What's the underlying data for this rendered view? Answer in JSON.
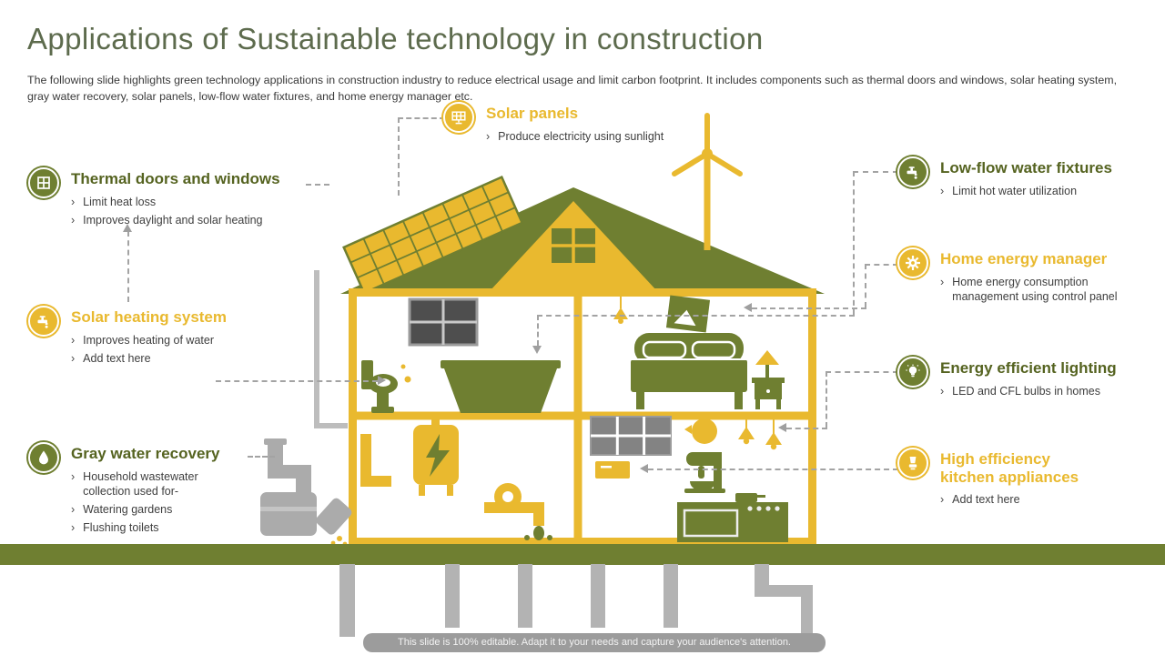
{
  "slide": {
    "title": "Applications of Sustainable technology in construction",
    "description": "The following slide highlights green technology applications in construction industry to reduce electrical usage and limit carbon footprint. It includes components such as thermal doors and windows, solar heating system, gray water recovery, solar panels, low-flow water fixtures, and home energy manager etc.",
    "footer": "This slide is 100% editable. Adapt it to your needs and capture your audience's attention."
  },
  "ui": {
    "bullet_marker": "›"
  },
  "colors": {
    "olive": "#6F7F31",
    "dark_olive_heading": "#556320",
    "yellow": "#E9B92F",
    "title_green": "#5D6B4D",
    "connector_gray": "#A3A3A3",
    "pipe_gray": "#B3B3B3"
  },
  "callouts": {
    "solar_panels": {
      "title": "Solar panels",
      "icon": "solar-panel-icon",
      "bullets": [
        "Produce electricity using sunlight"
      ]
    },
    "thermal": {
      "title": "Thermal doors and windows",
      "icon": "window-icon",
      "bullets": [
        "Limit heat loss",
        "Improves daylight and solar heating"
      ]
    },
    "solar_heating": {
      "title": "Solar heating system",
      "icon": "faucet-icon",
      "bullets": [
        "Improves heating of water",
        "Add text here"
      ]
    },
    "gray_water": {
      "title": "Gray water recovery",
      "icon": "water-drop-icon",
      "bullets": [
        "Household wastewater collection used for-",
        "Watering gardens",
        "Flushing toilets"
      ]
    },
    "low_flow": {
      "title": "Low-flow water fixtures",
      "icon": "water-tap-icon",
      "bullets": [
        "Limit hot water utilization"
      ]
    },
    "home_energy": {
      "title": "Home energy manager",
      "icon": "gear-icon",
      "bullets": [
        "Home energy consumption management using control panel"
      ]
    },
    "lighting": {
      "title": "Energy efficient lighting",
      "icon": "bulb-icon",
      "bullets": [
        "LED and CFL bulbs in homes"
      ]
    },
    "kitchen": {
      "title": "High efficiency kitchen appliances",
      "icon": "kitchen-appliance-icon",
      "bullets": [
        "Add text here"
      ]
    }
  }
}
